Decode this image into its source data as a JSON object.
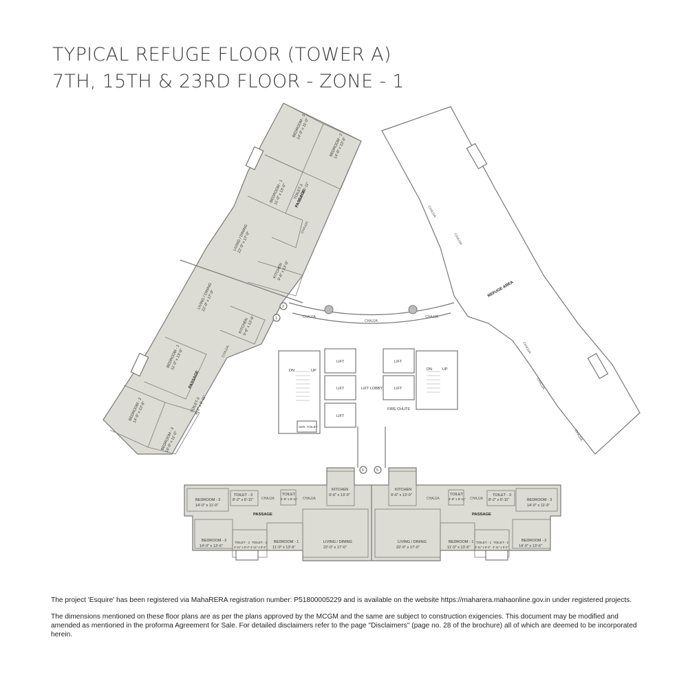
{
  "title": {
    "line1": "TYPICAL REFUGE FLOOR (TOWER A)",
    "line2": "7TH, 15TH & 23RD FLOOR - ZONE - 1"
  },
  "colors": {
    "wing_fill": "#dcdcd4",
    "line": "#777777",
    "text": "#3a3a3a"
  },
  "plan": {
    "refuge": "REFUGE  AREA",
    "chajja": "CHAJJA",
    "core": {
      "lift": "LIFT",
      "lift_lobby": "LIFT LOBBY",
      "fire_chute": "FIRE CHUTE",
      "ser_toilet": "SER. TOILET",
      "dn": "DN",
      "up": "UP"
    },
    "passage": "PASSAGE",
    "markers": {
      "m1": "1",
      "m2": "2",
      "m5": "5",
      "m6": "6"
    },
    "left_wing": {
      "bedroom3_top": "BEDROOM - 3",
      "bedroom3_top_dim": "14'-0\" x 11'-0\"",
      "bedroom2_top": "BEDROOM - 2",
      "bedroom2_top_dim": "14'-0\" x 13'-6\"",
      "bedroom1_top": "BEDROOM - 1",
      "bedroom1_top_dim": "11'-0\" x 13'-6\"",
      "toilet_top": "TOILET-3",
      "toilet_top_dim": "8'-2\" x 6'-11\"",
      "living_top": "LIVING / DINING",
      "living_top_dim": "22'-0\" x 17'-0\"",
      "kitchen_top": "KITCHEN",
      "kitchen_top_dim": "9'-6\" x 13'-0\"",
      "living_bot": "LIVING / DINING",
      "living_bot_dim": "22'-0\" x 17'-0\"",
      "kitchen_bot": "KITCHEN",
      "kitchen_bot_dim": "9'-6\" x 13'-0\"",
      "bedroom1_bot": "BEDROOM - 1",
      "bedroom1_bot_dim": "11'-0\" x 13'-6\"",
      "bedroom2_bot": "BEDROOM - 2",
      "bedroom2_bot_dim": "14'-0\" x 13'-6\"",
      "bedroom3_bot": "BEDROOM - 3",
      "bedroom3_bot_dim": "14'-0\" x 11'-0\"",
      "toilet_bot": "TOILET-3",
      "toilet_bot_dim": "8'-2\" x 6'-11\""
    },
    "bottom_wing": {
      "left": {
        "bedroom3": "BEDROOM - 3",
        "bedroom3_dim": "14'-0\" x 11'-0\"",
        "toilet3": "TOILET - 3",
        "toilet3_dim": "8'-2\" x 6'-11\"",
        "toilet": "TOILET",
        "toilet_dim": "4'-8\" x 6'-11\"",
        "kitchen": "KITCHEN",
        "kitchen_dim": "9'-6\" x 13'-0\"",
        "bedroom2": "BEDROOM - 2",
        "bedroom2_dim": "14'-0\" x 13'-6\"",
        "toilet2": "TOILET - 2",
        "toilet2_dim": "4'-11\" x 8'-2\"",
        "toilet1": "TOILET - 1",
        "toilet1_dim": "4'-11\" x 8'-2\"",
        "bedroom1": "BEDROOM - 1",
        "bedroom1_dim": "11'-0\" x 13'-6\"",
        "living": "LIVING / DINING",
        "living_dim": "22'-0\" x 17'-0\""
      },
      "right": {
        "bedroom3": "BEDROOM - 3",
        "bedroom3_dim": "14'-0\" x 11'-0\"",
        "toilet3": "TOILET - 3",
        "toilet3_dim": "8'-2\" x 6'-11\"",
        "toilet": "TOILET",
        "toilet_dim": "4'-8\" x 6'-11\"",
        "kitchen": "KITCHEN",
        "kitchen_dim": "9'-6\" x 13'-0\"",
        "bedroom2": "BEDROOM - 2",
        "bedroom2_dim": "14'-0\" x 13'-6\"",
        "toilet2": "TOILET - 2",
        "toilet2_dim": "4'-11\" x 8'-2\"",
        "toilet1": "TOILET - 1",
        "toilet1_dim": "4'-11\" x 8'-2\"",
        "bedroom1": "BEDROOM - 1",
        "bedroom1_dim": "11'-0\" x 13'-6\"",
        "living": "LIVING / DINING",
        "living_dim": "22'-0\" x 17'-0\""
      }
    }
  },
  "footer": {
    "line1": "The project 'Esquire' has been registered via MahaRERA registration number: P51800005229 and is available on the website https://maharera.mahaonline.gov.in under registered projects.",
    "line2": "The dimensions mentioned on these floor plans are as per the plans approved by the MCGM and the same are subject to construction exigencies. This document may be modified and amended as mentioned in the proforma Agreement for Sale. For detailed disclaimers refer to the page \"Disclaimers\" (page no. 28 of the brochure) all of which are deemed to be incorporated herein."
  }
}
